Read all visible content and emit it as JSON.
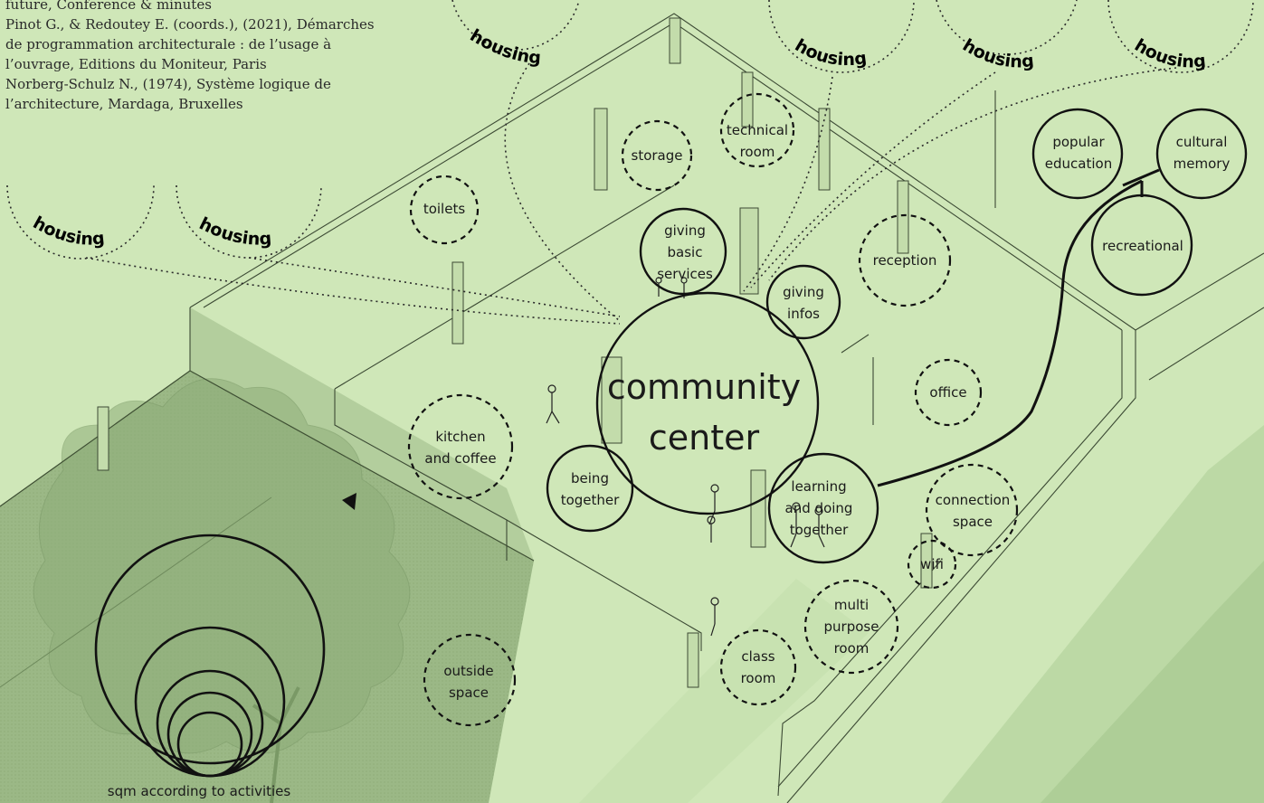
{
  "references": [
    "future, Conference & minutes",
    "Pinot G., & Redoutey E. (coords.), (2021), Démarches",
    "de programmation architecturale : de l’usage à",
    "l’ouvrage, Editions du Moniteur, Paris",
    "Norberg-Schulz N., (1974), Système logique de",
    "l’architecture, Mardaga, Bruxelles"
  ],
  "housing_label": "housing",
  "center": {
    "line1": "community",
    "line2": "center"
  },
  "activities": {
    "giving_basic_services": [
      "giving",
      "basic",
      "services"
    ],
    "giving_infos": [
      "giving",
      "infos"
    ],
    "being_together": [
      "being",
      "together"
    ],
    "learning_doing": [
      "learning",
      "and doing",
      "together"
    ]
  },
  "spaces": {
    "storage": [
      "storage"
    ],
    "technical_room": [
      "technical",
      "room"
    ],
    "toilets": [
      "toilets"
    ],
    "reception": [
      "reception"
    ],
    "office": [
      "office"
    ],
    "kitchen": [
      "kitchen",
      "and coffee"
    ],
    "connection": [
      "connection",
      "space"
    ],
    "wifi": [
      "wifi"
    ],
    "multipurpose": [
      "multi",
      "purpose",
      "room"
    ],
    "classroom": [
      "class",
      "room"
    ],
    "outside": [
      "outside",
      "space"
    ]
  },
  "external": {
    "popular_education": [
      "popular",
      "education"
    ],
    "cultural_memory": [
      "cultural",
      "memory"
    ],
    "recreational": [
      "recreational"
    ]
  },
  "legend_caption": "sqm according to activities",
  "colors": {
    "background": "#cfe7b8",
    "plot": "#9bb886",
    "ink": "#111111",
    "band": "#bcd9a5"
  }
}
